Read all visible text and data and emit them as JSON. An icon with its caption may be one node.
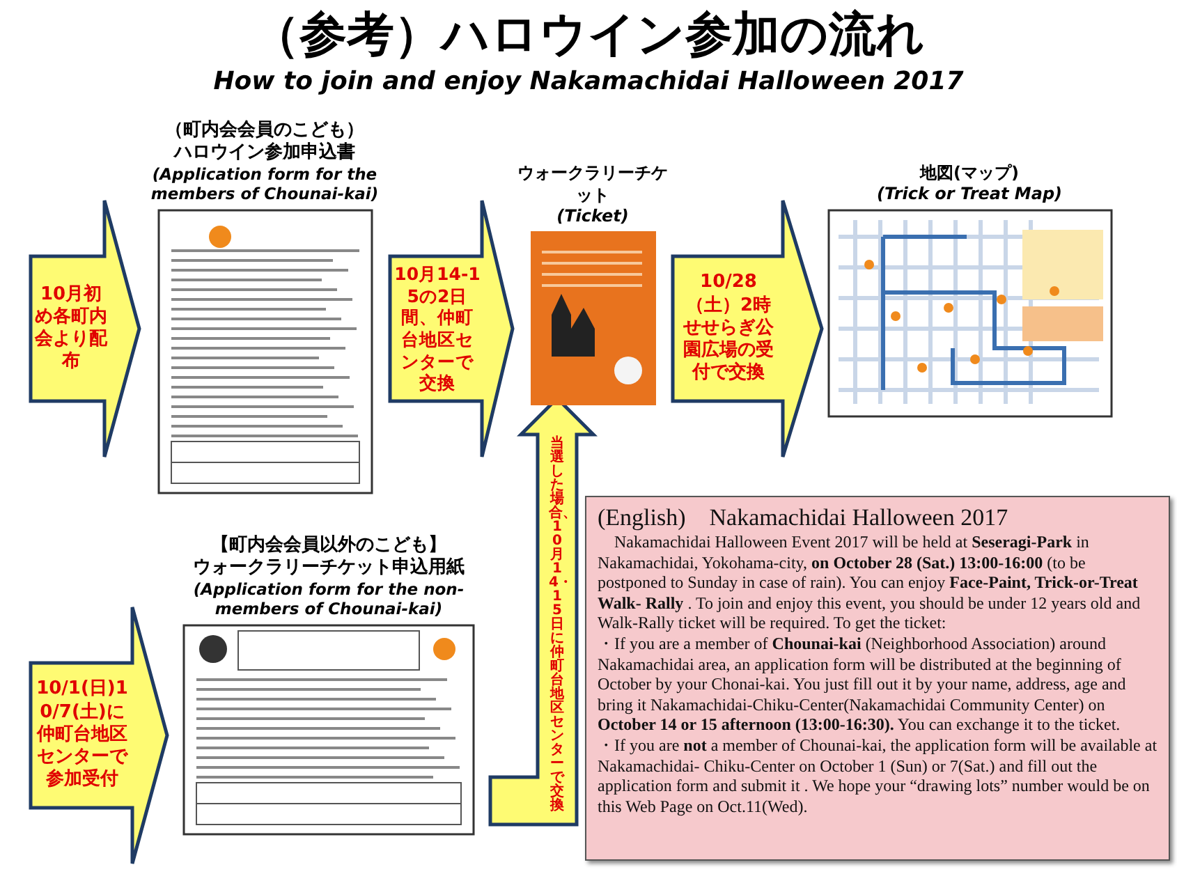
{
  "diagram": {
    "title": "（参考）ハロウイン参加の流れ",
    "nodes": [
      {
        "text": [
          "（町内会会員のこども）",
          "ハロウイン参加申込書",
          "(Application form for the members of Chounai-kai)"
        ]
      },
      {
        "text": [
          "ウォークラリーチケット",
          "(Ticket)"
        ]
      },
      {
        "text": [
          "地図(マップ)",
          "(Trick or Treat Map)"
        ]
      },
      {
        "text": [
          "【町内会会員以外のこども】",
          "ウォークラリーチケット申込用紙",
          "(Application form for the non-members of Chounai-kai)"
        ]
      },
      {
        "text": [
          "(English)　Nakamachidai Halloween 2017",
          "Nakamachidai Halloween Event 2017 will be held at **Seseragi-Park** in Nakamachidai, Yokohama-city, **on October 28 (Sat.) 13:00-16:00** (to be postponed to Sunday in case of rain). You can enjoy **Face-Paint, Trick-or-Treat Walk- Rally** . To join and enjoy this event, you should be under 12 years old and Walk-Rally ticket will be required. To get the ticket:",
          "・If you are a member of **Chounai-kai** (Neighborhood Association) around Nakamachidai area, an application form will be distributed at the beginning of October by your Chonai-kai. You just fill out it by your name, address, age and bring it Nakamachidai-Chiku-Center(Nakamachidai Community Center) on **October 14 or 15 afternoon (13:00-16:30).** You can exchange it to the ticket.",
          "・If you are **not** a member of Chounai-kai, the application form will be available at Nakamachidai- Chiku-Center on October 1 (Sun) or 7(Sat.) and fill out the application form and submit it . We hope your “drawing lots” number would be on this Web Page on Oct.11(Wed)."
        ]
      }
    ],
    "edges": [
      {
        "from": null,
        "to": 0,
        "arrow": "to",
        "label": "10月初め各町内会より配布"
      },
      {
        "from": 0,
        "to": 1,
        "arrow": "to",
        "label": "10月14-15の2日間、仲町台地区センターで交換"
      },
      {
        "from": 1,
        "to": 2,
        "arrow": "to",
        "label": "10/28（土）2時せせらぎ公園広場の受付で交換"
      },
      {
        "from": null,
        "to": 3,
        "arrow": "to",
        "label": "10/1(日)10/7(土)に仲町台地区センターで参加受付"
      },
      {
        "from": 3,
        "to": 1,
        "arrow": "to",
        "label": "当選した場合、10月14・15日に仲町台地区センターで交換"
      }
    ],
    "labels": [
      "How to join and enjoy Nakamachidai Halloween 2017"
    ]
  }
}
